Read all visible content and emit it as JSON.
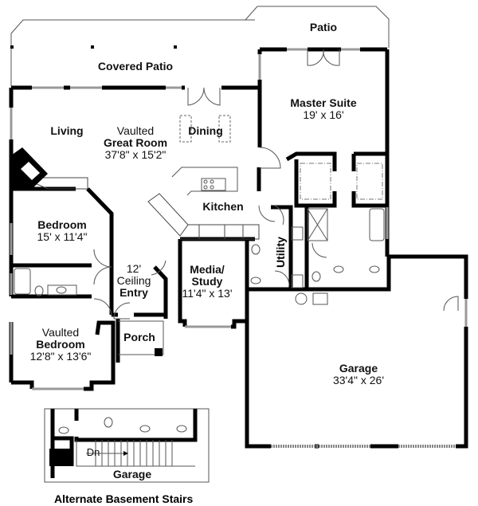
{
  "plan": {
    "rooms": {
      "covered_patio": {
        "name": "Covered Patio"
      },
      "patio": {
        "name": "Patio"
      },
      "living": {
        "name": "Living"
      },
      "great_room": {
        "prefix": "Vaulted",
        "name": "Great Room",
        "size": "37'8\" x 15'2\""
      },
      "dining": {
        "name": "Dining"
      },
      "master_suite": {
        "name": "Master Suite",
        "size": "19' x 16'"
      },
      "kitchen": {
        "name": "Kitchen"
      },
      "bedroom": {
        "name": "Bedroom",
        "size": "15' x 11'4\""
      },
      "entry": {
        "prefix1": "12'",
        "prefix2": "Ceiling",
        "name": "Entry"
      },
      "media_study": {
        "name1": "Media/",
        "name2": "Study",
        "size": "11'4\" x 13'"
      },
      "utility": {
        "name": "Utility"
      },
      "vaulted_bedroom": {
        "prefix": "Vaulted",
        "name": "Bedroom",
        "size": "12'8\" x 13'6\""
      },
      "porch": {
        "name": "Porch"
      },
      "garage": {
        "name": "Garage",
        "size": "33'4\" x 26'"
      }
    },
    "inset": {
      "stairs_label": "Dn",
      "garage_label": "Garage",
      "caption": "Alternate Basement Stairs"
    },
    "colors": {
      "wall": "#000000",
      "line": "#555555",
      "window": "#9a9a9a"
    }
  }
}
